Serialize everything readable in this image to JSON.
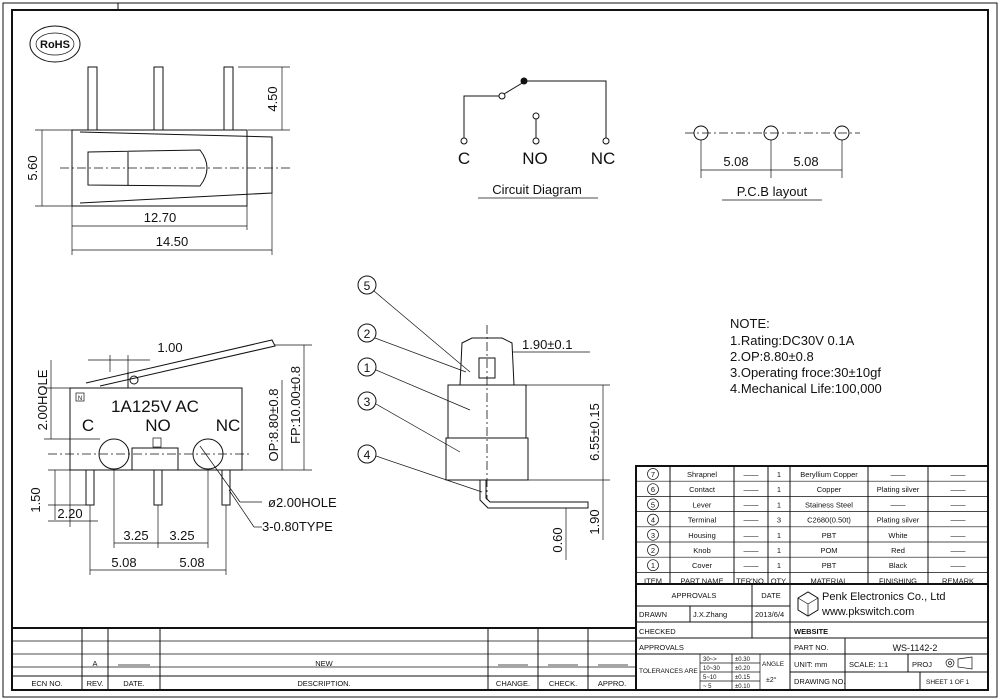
{
  "logo": {
    "rohs": "RoHS"
  },
  "top_view": {
    "dims": {
      "pin_height": "4.50",
      "height": "5.60",
      "body_length": "12.70",
      "total_length": "14.50"
    }
  },
  "circuit": {
    "title": "Circuit Diagram",
    "labels": {
      "c": "C",
      "no": "NO",
      "nc": "NC"
    }
  },
  "pcb": {
    "title": "P.C.B layout",
    "pitch1": "5.08",
    "pitch2": "5.08"
  },
  "front_view": {
    "marking": "1A125V AC",
    "pins": {
      "c": "C",
      "no": "NO",
      "nc": "NC"
    },
    "dims": {
      "lever": "1.00",
      "hole_height": "2.00HOLE",
      "op": "OP:8.80±0.8",
      "fp": "FP:10.00±0.8",
      "pin_len": "1.50",
      "left_offset": "2.20",
      "pitch_a": "3.25",
      "pitch_b": "3.25",
      "pitch_c": "5.08",
      "pitch_d": "5.08",
      "hole": "ø2.00HOLE",
      "pin_type": "3-0.80TYPE"
    }
  },
  "side_view": {
    "balloons": [
      "5",
      "2",
      "1",
      "3",
      "4"
    ],
    "dims": {
      "knob_width": "1.90±0.1",
      "body_height": "6.55±0.15",
      "lead": "1.90",
      "thickness": "0.60"
    }
  },
  "notes": {
    "title": "NOTE:",
    "lines": [
      "1.Rating:DC30V  0.1A",
      "2.OP:8.80±0.8",
      "3.Operating froce:30±10gf",
      "4.Mechanical  Life:100,000"
    ]
  },
  "bom": {
    "rows": [
      {
        "item": "7",
        "part": "Shrapnel",
        "ter": "——",
        "qty": "1",
        "material": "Beryllium Copper",
        "finishing": "——",
        "remark": "——"
      },
      {
        "item": "6",
        "part": "Contact",
        "ter": "——",
        "qty": "1",
        "material": "Copper",
        "finishing": "Plating silver",
        "remark": "——"
      },
      {
        "item": "5",
        "part": "Lever",
        "ter": "——",
        "qty": "1",
        "material": "Stainess Steel",
        "finishing": "——",
        "remark": "——"
      },
      {
        "item": "4",
        "part": "Terminal",
        "ter": "——",
        "qty": "3",
        "material": "C2680(0.50t)",
        "finishing": "Plating silver",
        "remark": "——"
      },
      {
        "item": "3",
        "part": "Housing",
        "ter": "——",
        "qty": "1",
        "material": "PBT",
        "finishing": "White",
        "remark": "——"
      },
      {
        "item": "2",
        "part": "Knob",
        "ter": "——",
        "qty": "1",
        "material": "POM",
        "finishing": "Red",
        "remark": "——"
      },
      {
        "item": "1",
        "part": "Cover",
        "ter": "——",
        "qty": "1",
        "material": "PBT",
        "finishing": "Black",
        "remark": "——"
      }
    ],
    "headers": {
      "item": "ITEM",
      "part": "PART NAME",
      "ter": "TER'NO.",
      "qty": "QTY.",
      "material": "MATERIAL",
      "finishing": "FINISHING",
      "remark": "REMARK"
    }
  },
  "title_block": {
    "approvals": "APPROVALS",
    "date": "DATE",
    "drawn": "DRAWN",
    "drawn_by": "J.X.Zhang",
    "drawn_date": "2013/6/4",
    "checked": "CHECKED",
    "approvals2": "APPROVALS",
    "company": "Penk Electronics Co., Ltd",
    "website_url": "www.pkswitch.com",
    "website": "WEBSITE",
    "part_no_label": "PART NO.",
    "part_no": "WS-1142-2",
    "tolerances": "TOLERANCES ARE",
    "tol_ranges": [
      "30~>",
      "10~30",
      "5~10",
      "~ 5"
    ],
    "tol_values": [
      "±0.30",
      "±0.20",
      "±0.15",
      "±0.10"
    ],
    "angle": "ANGLE",
    "angle_value": "±2°",
    "unit": "UNIT:  mm",
    "scale": "SCALE:  1:1",
    "proj": "PROJ",
    "drawing_no": "DRAWING NO.",
    "sheet": "SHEET   1  OF  1"
  },
  "revision": {
    "rev": "A",
    "desc": "NEW",
    "headers": {
      "ecn": "ECN NO.",
      "rev": "REV.",
      "date": "DATE.",
      "desc": "DESCRIPTION.",
      "change": "CHANGE.",
      "check": "CHECK.",
      "appro": "APPRO."
    }
  }
}
